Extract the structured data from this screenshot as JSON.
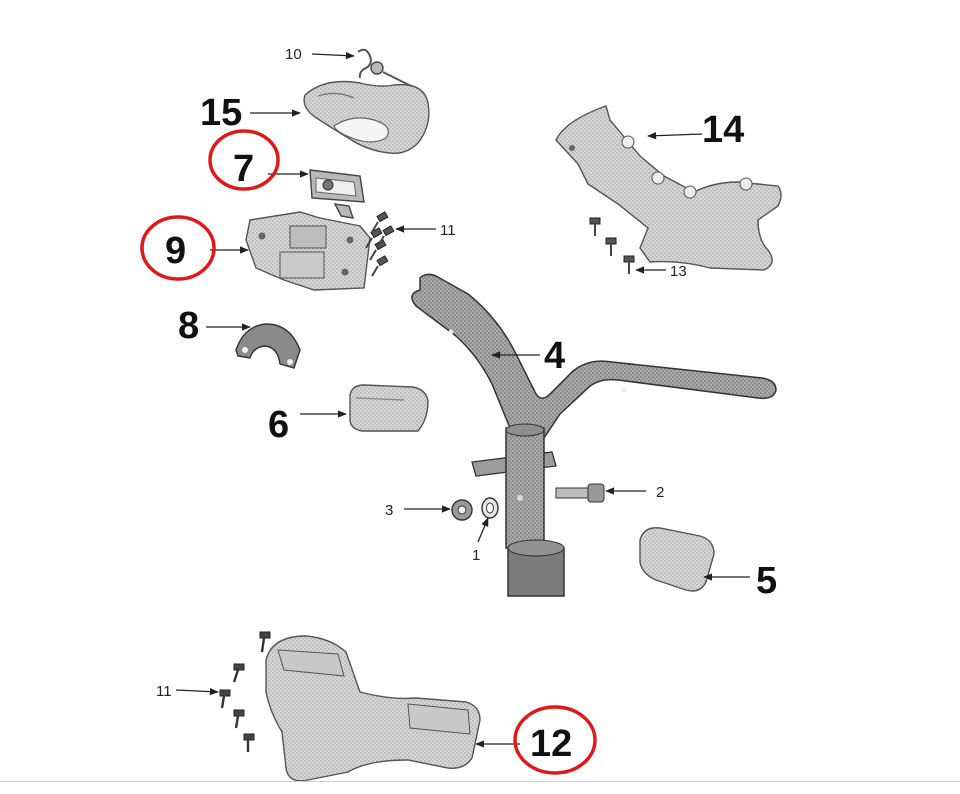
{
  "diagram": {
    "callouts": {
      "c1": "1",
      "c2": "2",
      "c3": "3",
      "c4": "4",
      "c5": "5",
      "c6": "6",
      "c7": "7",
      "c8": "8",
      "c9": "9",
      "c10": "10",
      "c11a": "11",
      "c11b": "11",
      "c12": "12",
      "c13": "13",
      "c14": "14",
      "c15": "15"
    },
    "highlighted_parts": [
      "7",
      "9",
      "12"
    ],
    "highlight_color": "#e01818"
  }
}
